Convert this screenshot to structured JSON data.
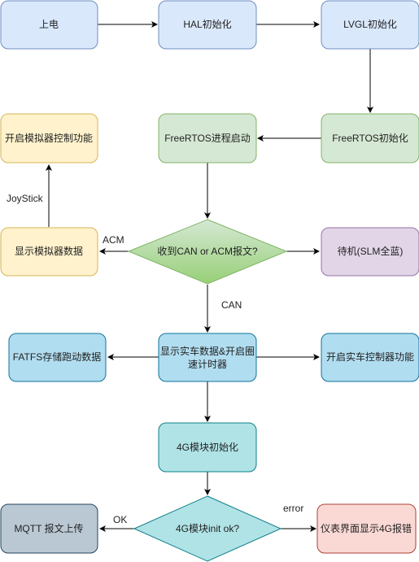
{
  "nodes": {
    "power_on": "上电",
    "hal_init": "HAL初始化",
    "lvgl_init": "LVGL初始化",
    "freertos_init": "FreeRTOS初始化",
    "freertos_start": "FreeRTOS进程启动",
    "enable_sim_control": "开启模拟器控制功能",
    "show_sim_data": "显示模拟器数据",
    "receive_decision": "收到CAN or ACM报文?",
    "standby": "待机(SLM全蓝)",
    "fatfs_store": "FATFS存储跑动数据",
    "show_car_data_line1": "显示实车数据&开启圈",
    "show_car_data_line2": "速计时器",
    "enable_car_control": "开启实车控制器功能",
    "init_4g": "4G模块初始化",
    "decision_4g": "4G模块init ok?",
    "mqtt_upload": "MQTT 报文上传",
    "show_4g_error": "仪表界面显示4G报错"
  },
  "edge_labels": {
    "joystick": "JoyStick",
    "acm": "ACM",
    "can": "CAN",
    "ok": "OK",
    "error": "error"
  },
  "colors": {
    "blue_fill": "#dae8fc",
    "blue_stroke": "#6c8ebf",
    "green_fill": "#d5e8d4",
    "green_stroke": "#82b366",
    "yellow_fill": "#fff2cc",
    "yellow_stroke": "#d6b656",
    "purple_fill": "#e1d5e7",
    "purple_stroke": "#9673a6",
    "cyan_fill": "#b1ddf0",
    "cyan_stroke": "#10739e",
    "teal_fill": "#b0e3e6",
    "teal_stroke": "#0e8088",
    "slate_fill": "#bac8d3",
    "slate_stroke": "#23445d",
    "red_fill": "#fad9d5",
    "red_stroke": "#ae4132",
    "diamond_green_top": "#d5e8d4",
    "diamond_green_bottom": "#97d077"
  }
}
